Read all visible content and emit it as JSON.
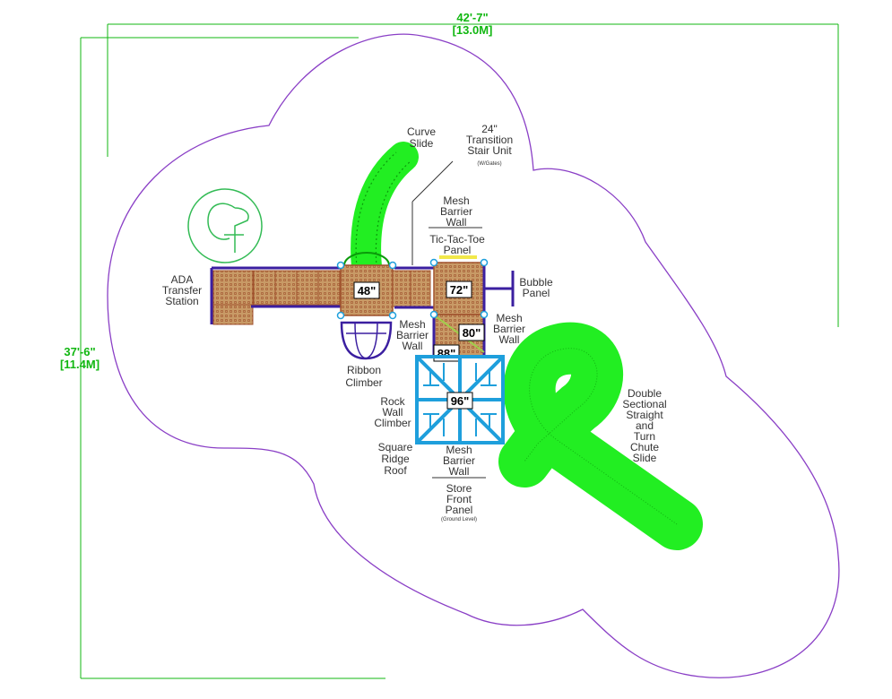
{
  "colors": {
    "outline": "#8a3fc6",
    "dimension": "#11b711",
    "slide": "#22ee22",
    "slide_dark": "#0a9a0a",
    "barrier": "#3b1fa0",
    "deck_fill": "#c89a66",
    "deck_dot": "#a0522d",
    "roof": "#1e9fdc",
    "bubble": "#3b1fa0",
    "logo": "#33bb55",
    "text": "#333333"
  },
  "dimensions": {
    "width_ft": "42'-7\"",
    "width_m": "[13.0M]",
    "height_ft": "37'-6\"",
    "height_m": "[11.4M]"
  },
  "decks": {
    "d48": "48\"",
    "d72": "72\"",
    "d80": "80\"",
    "d88": "88\"",
    "d96": "96\""
  },
  "labels": {
    "curve_slide": [
      "Curve",
      "Slide"
    ],
    "transition_stair": [
      "24\"",
      "Transition",
      "Stair Unit"
    ],
    "transition_stair_note": "(W/Gates)",
    "mesh_barrier_top": [
      "Mesh",
      "Barrier",
      "Wall"
    ],
    "tic_tac_toe": [
      "Tic-Tac-Toe",
      "Panel"
    ],
    "ada_transfer": [
      "ADA",
      "Transfer",
      "Station"
    ],
    "bubble_panel": [
      "Bubble",
      "Panel"
    ],
    "mesh_barrier_left": [
      "Mesh",
      "Barrier",
      "Wall"
    ],
    "mesh_barrier_right": [
      "Mesh",
      "Barrier",
      "Wall"
    ],
    "ribbon_climber": [
      "Ribbon",
      "Climber"
    ],
    "rock_wall": [
      "Rock",
      "Wall",
      "Climber"
    ],
    "square_ridge_roof": [
      "Square",
      "Ridge",
      "Roof"
    ],
    "mesh_barrier_bottom": [
      "Mesh",
      "Barrier",
      "Wall"
    ],
    "store_front": [
      "Store",
      "Front",
      "Panel"
    ],
    "store_front_note": "(Ground Level)",
    "double_slide": [
      "Double",
      "Sectional",
      "Straight",
      "and",
      "Turn",
      "Chute",
      "Slide"
    ]
  }
}
